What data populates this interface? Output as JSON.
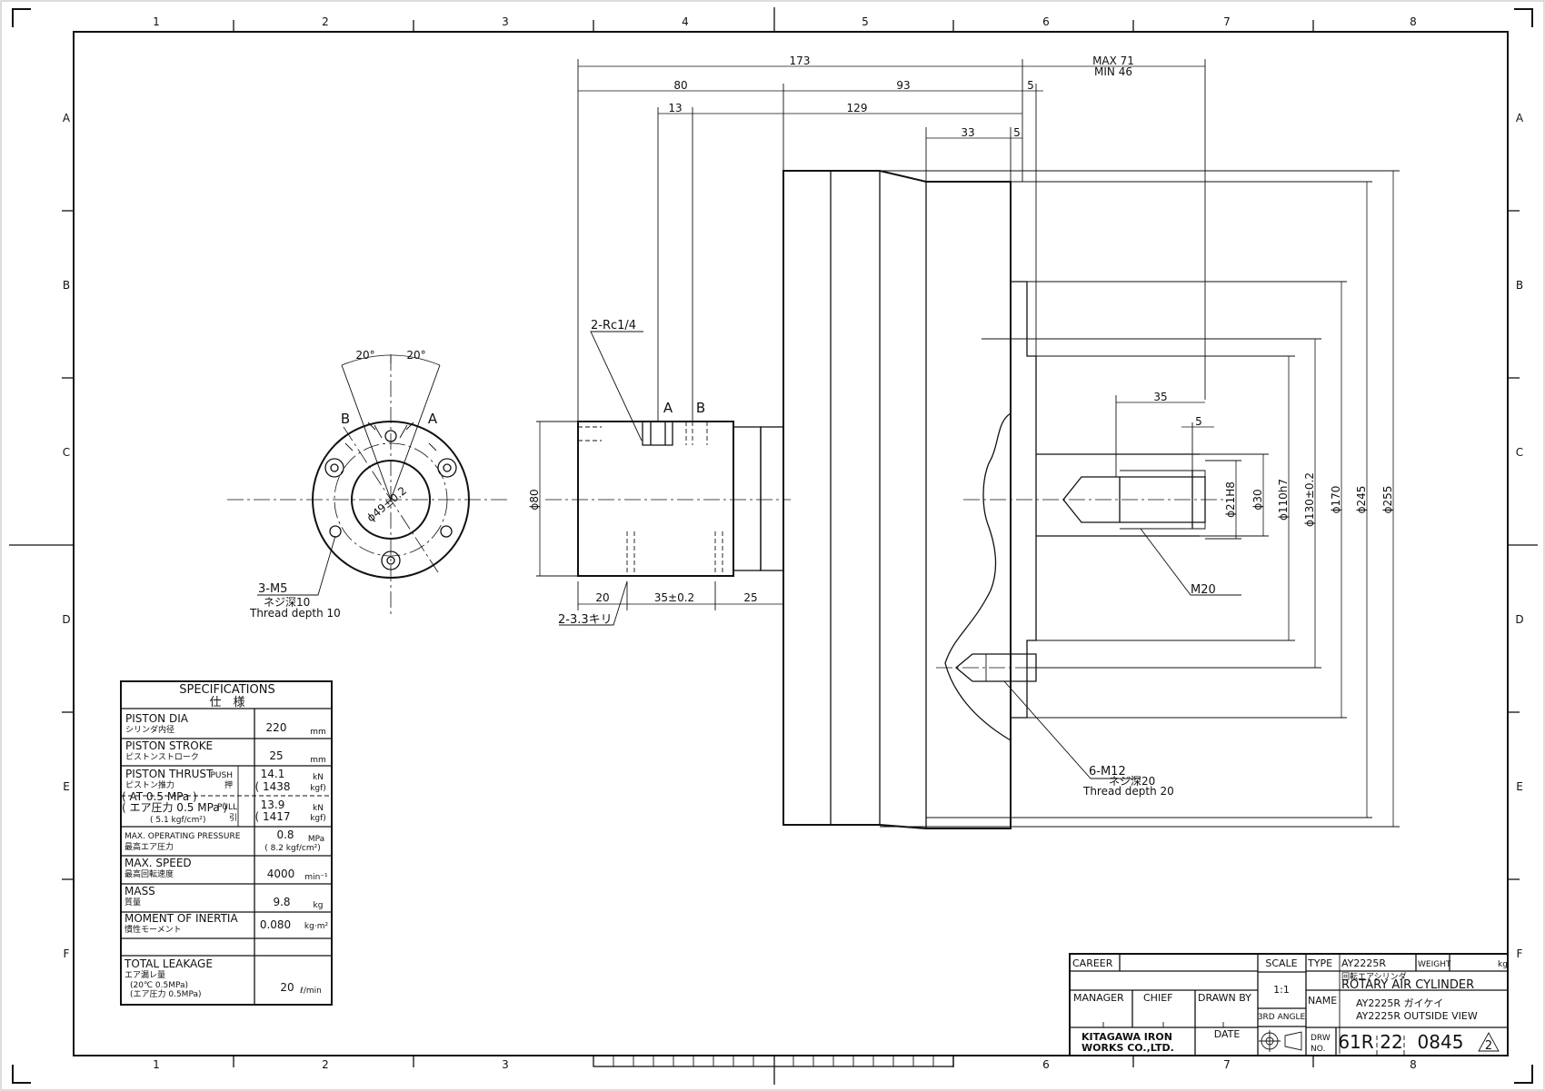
{
  "frame": {
    "columns": [
      "1",
      "2",
      "3",
      "4",
      "5",
      "6",
      "7",
      "8"
    ],
    "rows": [
      "A",
      "B",
      "C",
      "D",
      "E",
      "F"
    ]
  },
  "end_view": {
    "angle_left": "20°",
    "angle_right": "20°",
    "port_b": "B",
    "port_a": "A",
    "bolt_circle": "ϕ49±0.2",
    "tap_callout": "3-M5",
    "tap_depth_jp": "ネジ深10",
    "tap_depth_en": "Thread depth 10"
  },
  "side_view": {
    "port_callout": "2-Rc1/4",
    "port_a": "A",
    "port_b": "B",
    "dia_body": "ϕ80",
    "d_20": "20",
    "d_35": "35±0.2",
    "d_25": "25",
    "drill_callout": "2-3.3キリ"
  },
  "dimensions": {
    "d_173": "173",
    "d_80": "80",
    "d_93": "93",
    "d_5a": "5",
    "d_13": "13",
    "d_129": "129",
    "d_33": "33",
    "d_5b": "5",
    "max_stroke": "MAX 71",
    "min_stroke": "MIN 46",
    "d_35": "35",
    "d_5c": "5",
    "dia_21": "ϕ21H8",
    "dia_30": "ϕ30",
    "dia_110": "ϕ110h7",
    "dia_130": "ϕ130±0.2",
    "dia_170": "ϕ170",
    "dia_245": "ϕ245",
    "dia_255": "ϕ255",
    "thread_center": "M20",
    "tap_callout": "6-M12",
    "tap_depth_jp": "ネジ深20",
    "tap_depth_en": "Thread depth 20"
  },
  "specifications": {
    "title_en": "SPECIFICATIONS",
    "title_jp": "仕　様",
    "rows": [
      {
        "label_en": "PISTON DIA",
        "label_jp": "シリンダ内径",
        "value": "220",
        "unit": "mm"
      },
      {
        "label_en": "PISTON STROKE",
        "label_jp": "ピストンストローク",
        "value": "25",
        "unit": "mm"
      }
    ],
    "thrust": {
      "label_en": "PISTON THRUST",
      "label_jp": "ピストン推力",
      "push_label": "PUSH",
      "push_sub": "押",
      "push_value": "14.1",
      "push_unit": "kN",
      "push_kgf": "( 1438",
      "push_kgf_unit": "kgf)",
      "at_line": "( AT     0.5    MPa )",
      "air_line": "( エア圧力  0.5    MPa )",
      "kgf_line": "( 5.1 kgf/cm²)",
      "pull_label": "PULL",
      "pull_sub": "引",
      "pull_value": "13.9",
      "pull_unit": "kN",
      "pull_kgf": "( 1417",
      "pull_kgf_unit": "kgf)"
    },
    "pressure": {
      "label_en": "MAX. OPERATING PRESSURE",
      "label_jp": "最高エア圧力",
      "value": "0.8",
      "unit": "MPa",
      "sub": "( 8.2 kgf/cm²)"
    },
    "speed": {
      "label_en": "MAX. SPEED",
      "label_jp": "最高回転速度",
      "value": "4000",
      "unit": "min⁻¹"
    },
    "mass": {
      "label_en": "MASS",
      "label_jp": "質量",
      "value": "9.8",
      "unit": "kg"
    },
    "inertia": {
      "label_en": "MOMENT OF INERTIA",
      "label_jp": "慣性モーメント",
      "value": "0.080",
      "unit": "kg·m²"
    },
    "leakage": {
      "label_en": "TOTAL LEAKAGE",
      "label_jp": "エア漏レ量",
      "cond1": "(20℃  0.5MPa)",
      "cond2": "(エア圧力  0.5MPa)",
      "value": "20",
      "unit": "ℓ/min"
    }
  },
  "title_block": {
    "career": "CAREER",
    "scale_label": "SCALE",
    "scale_value": "1:1",
    "type_label": "TYPE",
    "type_value": "AY2225R",
    "weight_label": "WEIGHT",
    "weight_unit": "kg",
    "name_jp": "回転エアシリンダ",
    "name_en": "ROTARY AIR CYLINDER",
    "name_label": "NAME",
    "name_line1": "AY2225R ガイケイ",
    "name_line2": "AY2225R OUTSIDE VIEW",
    "manager": "MANAGER",
    "chief": "CHIEF",
    "drawn_by": "DRAWN BY",
    "projection": "3RD ANGLE",
    "company1": "KITAGAWA IRON",
    "company2": "WORKS CO.,LTD.",
    "date": "DATE",
    "drw_no_label1": "DRW",
    "drw_no_label2": "NO.",
    "drw_no_1": "61R",
    "drw_no_2": "22",
    "drw_no_3": "0845",
    "revision": "2"
  }
}
